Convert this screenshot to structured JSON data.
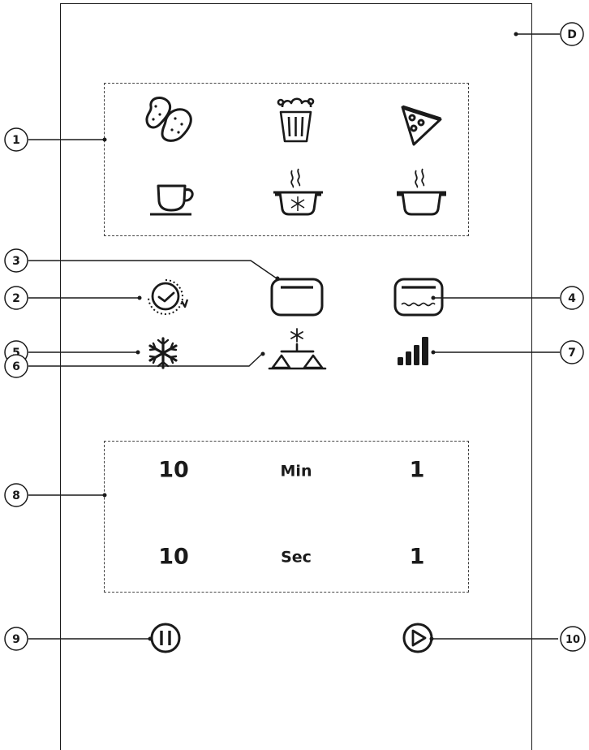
{
  "callouts": {
    "c1": "1",
    "c2": "2",
    "c3": "3",
    "c4": "4",
    "c5": "5",
    "c6": "6",
    "c7": "7",
    "c8": "8",
    "c9": "9",
    "c10": "10",
    "cD": "D"
  },
  "display": {
    "min_left": "10",
    "min_label": "Min",
    "min_right": "1",
    "sec_left": "10",
    "sec_label": "Sec",
    "sec_right": "1"
  },
  "icons": {
    "auto_menu": [
      "potatoes-icon",
      "popcorn-icon",
      "pizza-icon",
      "beverage-icon",
      "frozen-pot-icon",
      "pot-icon"
    ],
    "controls": [
      "clock-timer-icon",
      "microwave-icon",
      "grill-icon",
      "defrost-icon",
      "weight-defrost-icon",
      "power-level-icon"
    ],
    "actions": [
      "pause-icon",
      "start-icon"
    ]
  },
  "colors": {
    "ink": "#1a1a1a",
    "background": "#ffffff"
  }
}
